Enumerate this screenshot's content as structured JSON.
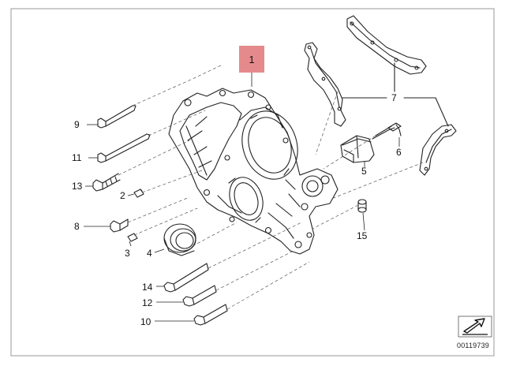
{
  "callouts": {
    "c1": "1",
    "c2": "2",
    "c3": "3",
    "c4": "4",
    "c5": "5",
    "c6": "6",
    "c7": "7",
    "c8": "8",
    "c9": "9",
    "c10": "10",
    "c11": "11",
    "c12": "12",
    "c13": "13",
    "c14": "14",
    "c15": "15"
  },
  "catalog_number": "00119739",
  "colors": {
    "highlight": "#e58a8c",
    "line": "#222222",
    "frame": "#9a9a9a"
  },
  "icons": {
    "navigation": "arrow-box-icon"
  }
}
